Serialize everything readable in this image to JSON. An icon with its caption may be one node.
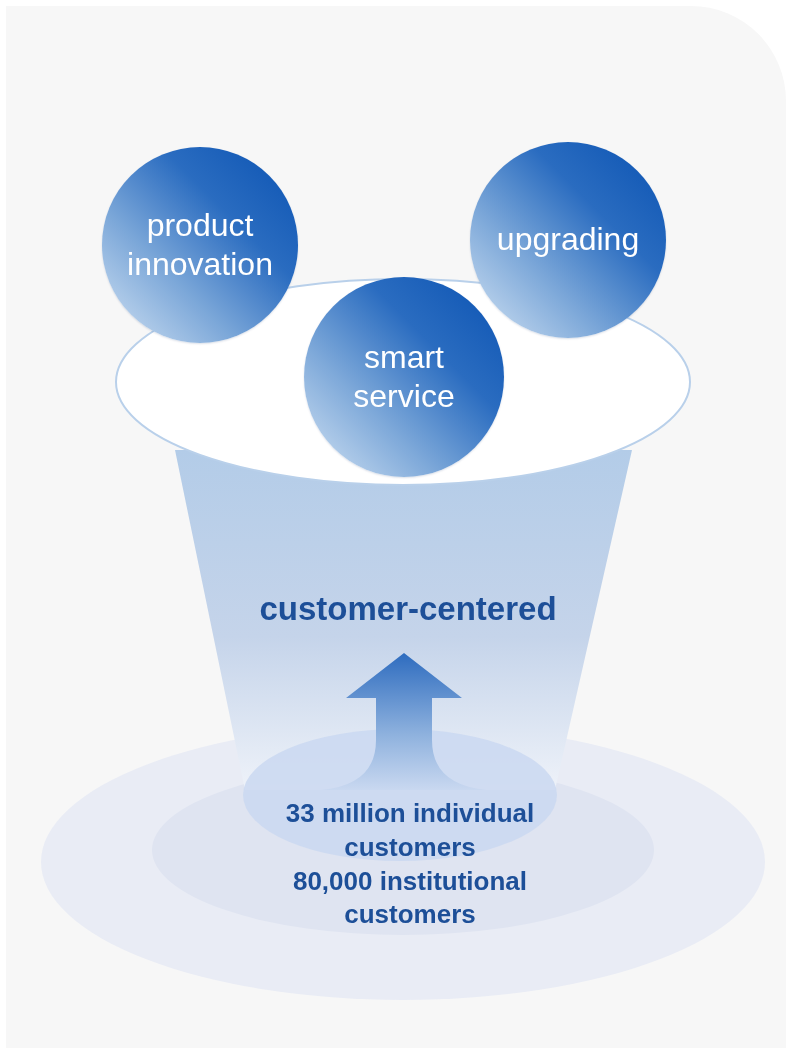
{
  "diagram": {
    "nodes": [
      {
        "text": [
          "product innovation"
        ]
      },
      {
        "text": [
          "upgrading"
        ]
      },
      {
        "text": [
          "smart service"
        ]
      },
      {
        "text": [
          "customer-centered"
        ]
      },
      {
        "text": [
          "33 million individual customers",
          "80,000 institutional customers"
        ]
      }
    ],
    "edges": [
      {
        "from": 4,
        "to": 3,
        "arrow": "to"
      }
    ]
  }
}
